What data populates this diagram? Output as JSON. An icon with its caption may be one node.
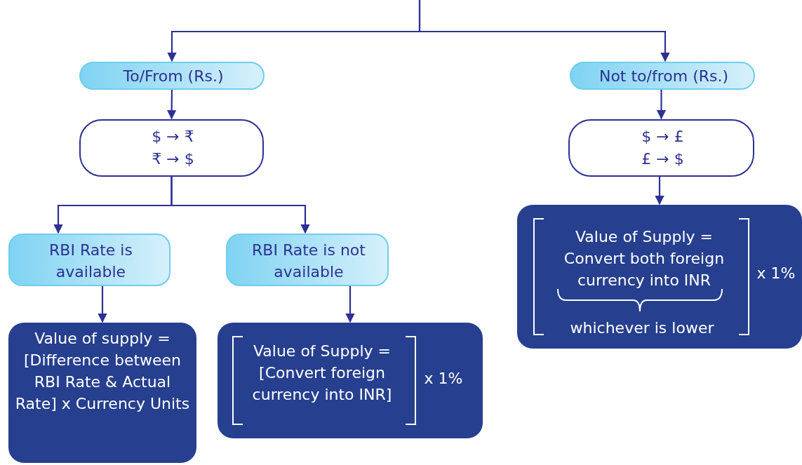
{
  "diagram": {
    "nodes": [
      {
        "text": [
          "To/From (Rs.)"
        ]
      },
      {
        "text": [
          "$ → ₹",
          "₹ → $"
        ]
      },
      {
        "text": [
          "Not to/from (Rs.)"
        ]
      },
      {
        "text": [
          "$ → £",
          "£ → $"
        ]
      },
      {
        "text": [
          "RBI Rate is available"
        ]
      },
      {
        "text": [
          "RBI Rate is not available"
        ]
      },
      {
        "text": [
          "Value of supply = [Difference between RBI Rate & Actual Rate] x Currency Units"
        ]
      },
      {
        "text": [
          "Value of Supply = [Convert foreign currency into INR]",
          "x 1%"
        ]
      },
      {
        "text": [
          "Value of Supply = Convert both foreign currency into INR",
          "whichever is lower",
          "x 1%"
        ]
      }
    ],
    "edges": [
      {
        "from": null,
        "to": 0,
        "arrow": "to"
      },
      {
        "from": null,
        "to": 2,
        "arrow": "to"
      },
      {
        "from": 0,
        "to": 1,
        "arrow": "to"
      },
      {
        "from": 2,
        "to": 3,
        "arrow": "to"
      },
      {
        "from": 1,
        "to": 4,
        "arrow": "to"
      },
      {
        "from": 1,
        "to": 5,
        "arrow": "to"
      },
      {
        "from": 3,
        "to": 8,
        "arrow": "to"
      },
      {
        "from": 4,
        "to": 6,
        "arrow": "to"
      },
      {
        "from": 5,
        "to": 7,
        "arrow": "to"
      }
    ]
  }
}
